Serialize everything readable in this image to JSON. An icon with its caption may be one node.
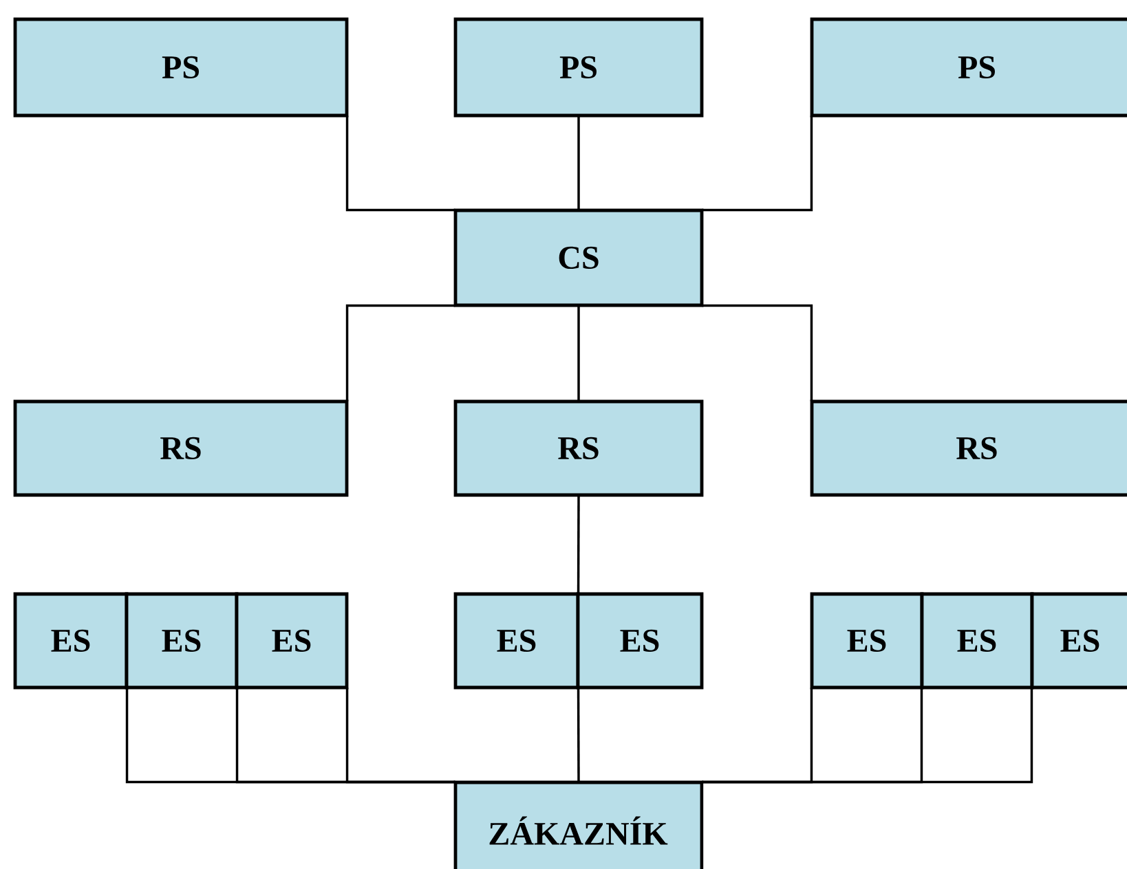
{
  "diagram": {
    "nodes": [
      {
        "text": [
          "PS"
        ]
      },
      {
        "text": [
          "PS"
        ]
      },
      {
        "text": [
          "PS"
        ]
      },
      {
        "text": [
          "CS"
        ]
      },
      {
        "text": [
          "RS"
        ]
      },
      {
        "text": [
          "RS"
        ]
      },
      {
        "text": [
          "RS"
        ]
      },
      {
        "text": [
          "ES"
        ]
      },
      {
        "text": [
          "ES"
        ]
      },
      {
        "text": [
          "ES"
        ]
      },
      {
        "text": [
          "ES"
        ]
      },
      {
        "text": [
          "ES"
        ]
      },
      {
        "text": [
          "ES"
        ]
      },
      {
        "text": [
          "ES"
        ]
      },
      {
        "text": [
          "ES"
        ]
      },
      {
        "text": [
          "ZÁKAZNÍK"
        ]
      }
    ],
    "edges": [
      {
        "from": 0,
        "to": 3,
        "arrow": "none"
      },
      {
        "from": 1,
        "to": 3,
        "arrow": "none"
      },
      {
        "from": 2,
        "to": 3,
        "arrow": "none"
      },
      {
        "from": 3,
        "to": 4,
        "arrow": "none"
      },
      {
        "from": 3,
        "to": 5,
        "arrow": "none"
      },
      {
        "from": 3,
        "to": 6,
        "arrow": "none"
      },
      {
        "from": 5,
        "to": 10,
        "arrow": "none"
      },
      {
        "from": 5,
        "to": 11,
        "arrow": "none"
      },
      {
        "from": 7,
        "to": 15,
        "arrow": "none"
      },
      {
        "from": 8,
        "to": 15,
        "arrow": "none"
      },
      {
        "from": 9,
        "to": 15,
        "arrow": "none"
      },
      {
        "from": 10,
        "to": 15,
        "arrow": "none"
      },
      {
        "from": 11,
        "to": 15,
        "arrow": "none"
      },
      {
        "from": 12,
        "to": 15,
        "arrow": "none"
      },
      {
        "from": 13,
        "to": 15,
        "arrow": "none"
      },
      {
        "from": 14,
        "to": 15,
        "arrow": "none"
      }
    ]
  }
}
